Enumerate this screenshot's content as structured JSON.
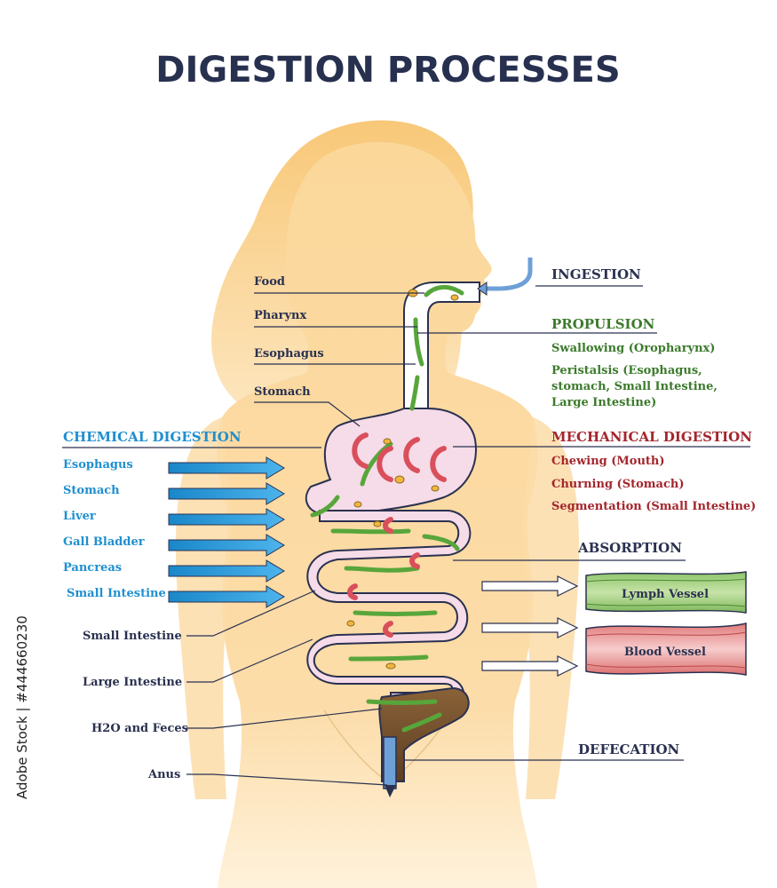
{
  "title": "DIGESTION PROCESSES",
  "watermark": "Adobe Stock | #444660230",
  "left_labels": {
    "food": "Food",
    "pharynx": "Pharynx",
    "esophagus": "Esophagus",
    "stomach": "Stomach",
    "small_intestine": "Small Intestine",
    "large_intestine": "Large Intestine",
    "h2o_feces": "H2O and Feces",
    "anus": "Anus"
  },
  "chemical_digestion": {
    "heading": "CHEMICAL DIGESTION",
    "items": [
      "Esophagus",
      "Stomach",
      "Liver",
      "Gall Bladder",
      "Pancreas",
      "Small Intestine"
    ]
  },
  "ingestion": {
    "heading": "INGESTION"
  },
  "propulsion": {
    "heading": "PROPULSION",
    "line1": "Swallowing (Oropharynx)",
    "line2": "Peristalsis (Esophagus,",
    "line3": "stomach, Small Intestine,",
    "line4": "Large Intestine)"
  },
  "mechanical_digestion": {
    "heading": "MECHANICAL DIGESTION",
    "items": [
      "Chewing (Mouth)",
      "Churning (Stomach)",
      "Segmentation (Small Intestine)"
    ]
  },
  "absorption": {
    "heading": "ABSORPTION",
    "lymph": "Lymph Vessel",
    "blood": "Blood Vessel"
  },
  "defecation": {
    "heading": "DEFECATION"
  },
  "colors": {
    "title": "#27304f",
    "body": "#fbd79a",
    "hair": "#f8cc84",
    "green": "#3c7a2c",
    "red": "#a3262d",
    "blue": "#1f8fd0",
    "tract_fill": "#f6dbe8",
    "feces": "#7a5633"
  }
}
